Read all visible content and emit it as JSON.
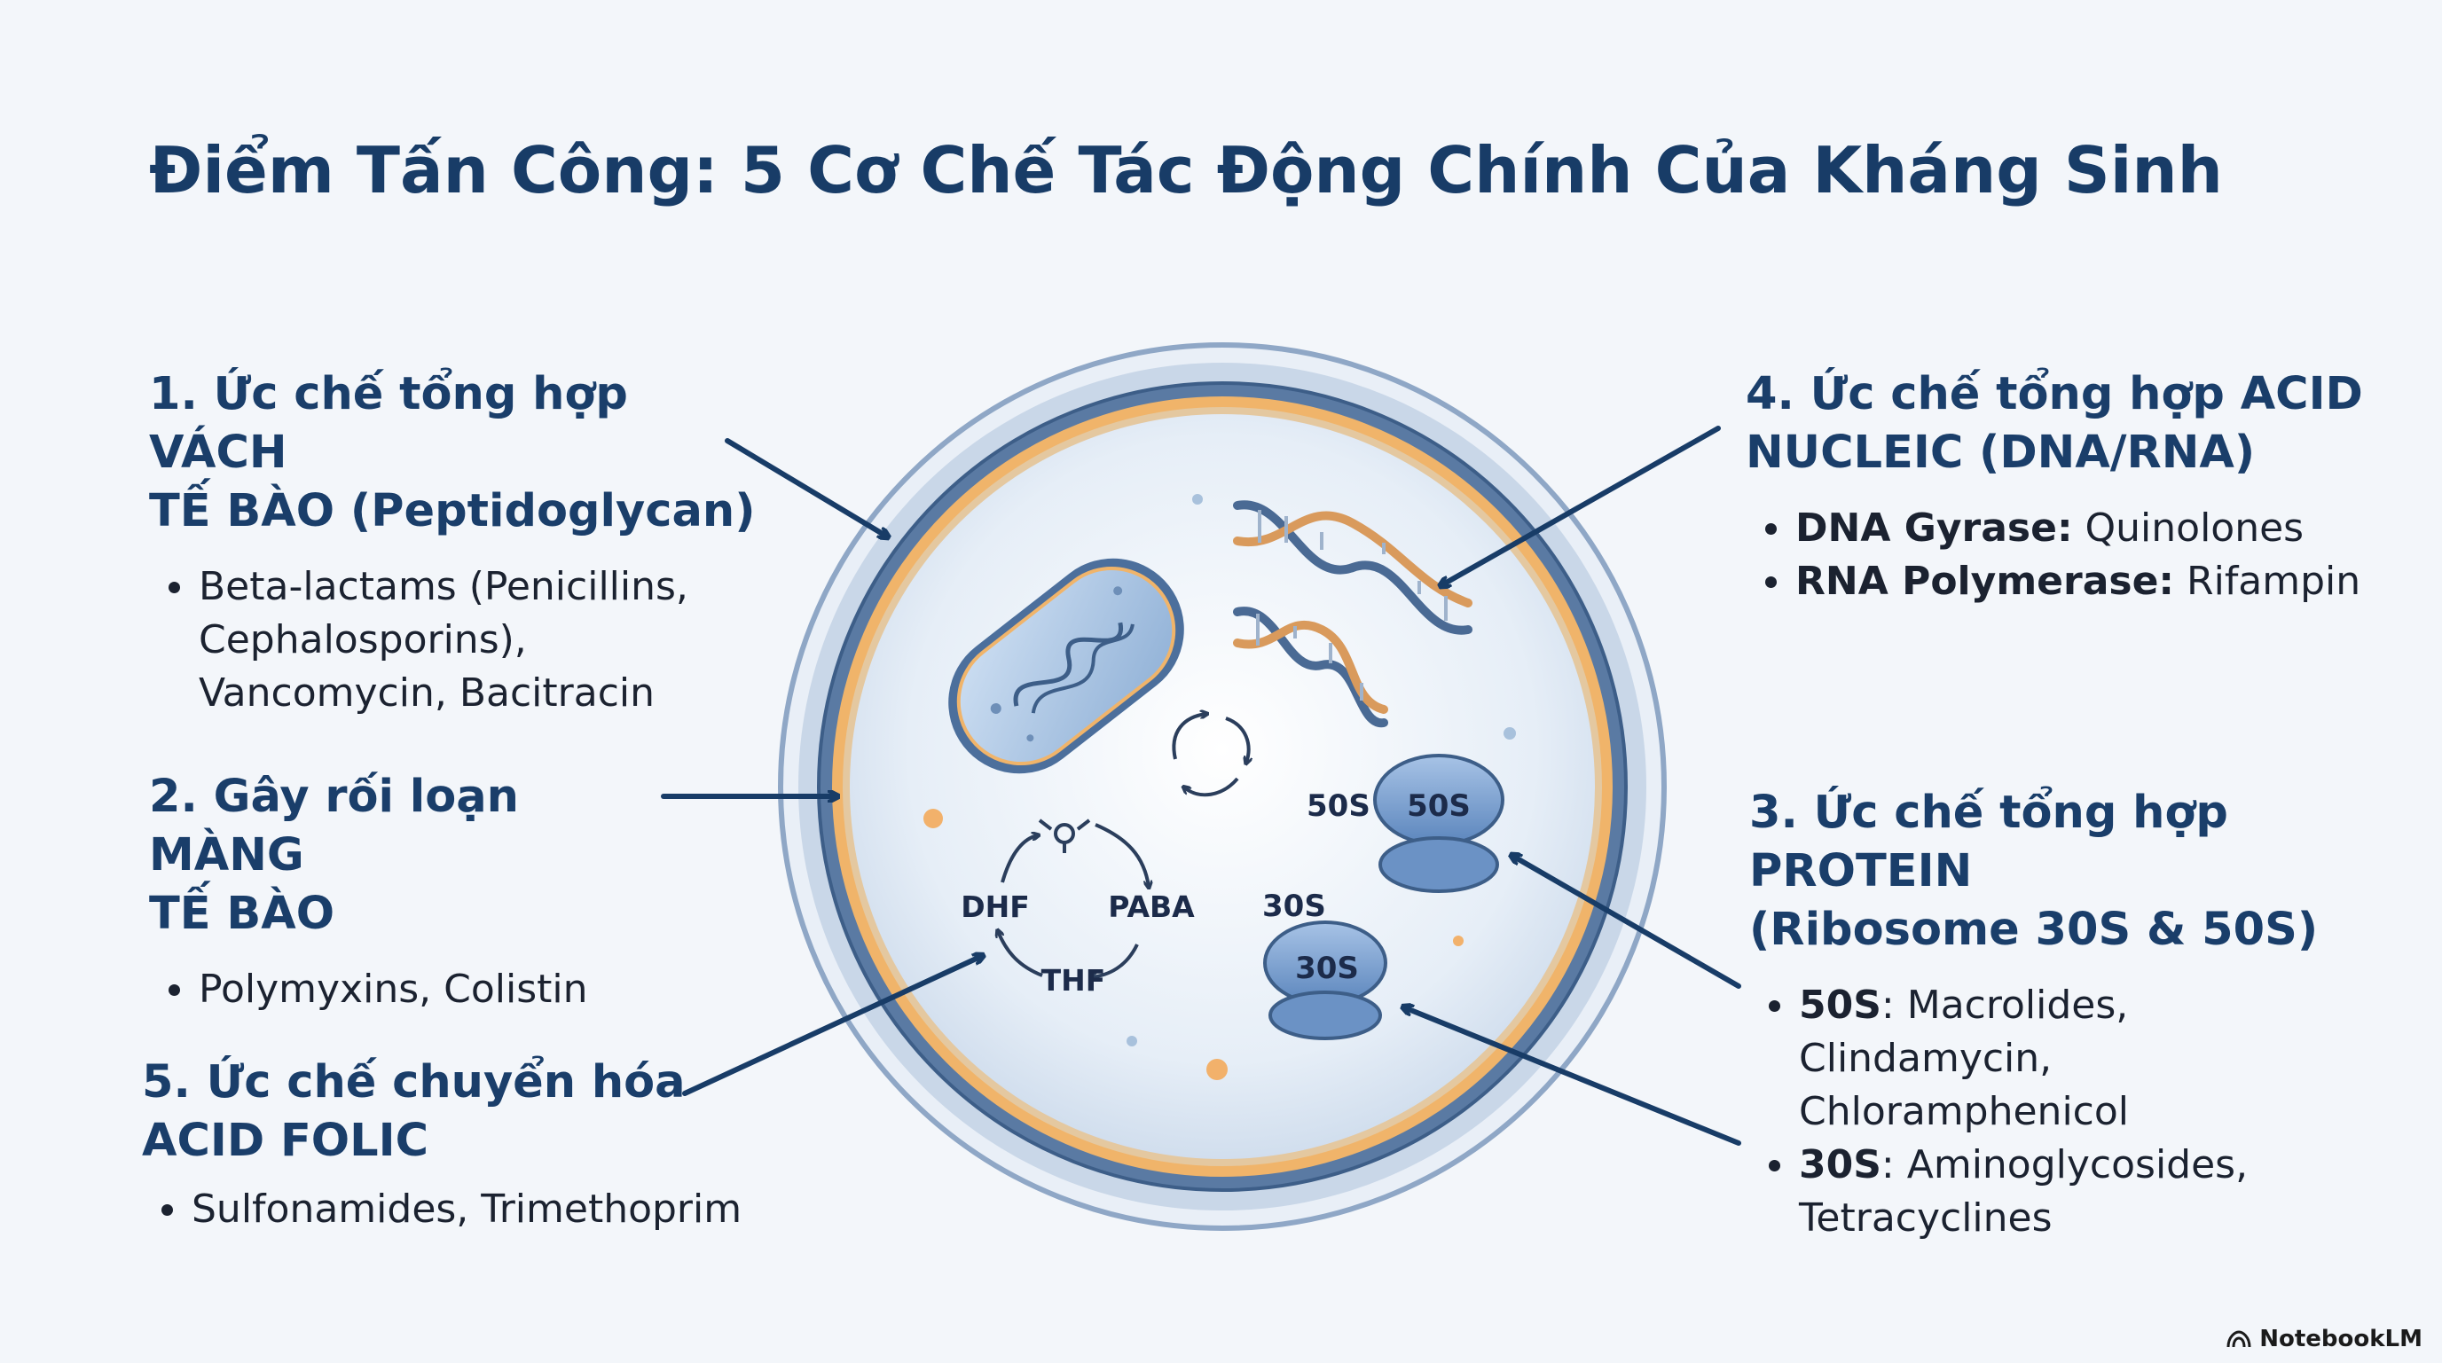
{
  "title": "Điểm Tấn Công: 5 Cơ Chế Tác Động Chính Của Kháng Sinh",
  "mechanisms": [
    {
      "heading_lines": [
        "1. Ức chế tổng hợp VÁCH",
        "TẾ BÀO (Peptidoglycan)"
      ],
      "items": [
        {
          "bold": "",
          "lines": [
            "Beta-lactams (Penicillins,",
            "Cephalosporins),",
            "Vancomycin, Bacitracin"
          ]
        }
      ]
    },
    {
      "heading_lines": [
        "2. Gây rối loạn MÀNG",
        "TẾ BÀO"
      ],
      "items": [
        {
          "bold": "",
          "lines": [
            "Polymyxins, Colistin"
          ]
        }
      ]
    },
    {
      "heading_lines": [
        "3. Ức chế tổng hợp",
        "PROTEIN",
        "(Ribosome 30S & 50S)"
      ],
      "items": [
        {
          "bold": "50S",
          "lines": [
            ": Macrolides,",
            "Clindamycin,",
            "Chloramphenicol"
          ]
        },
        {
          "bold": "30S",
          "lines": [
            ": Aminoglycosides,",
            "Tetracyclines"
          ]
        }
      ]
    },
    {
      "heading_lines": [
        "4. Ức chế tổng hợp ACID",
        "NUCLEIC (DNA/RNA)"
      ],
      "items": [
        {
          "bold": "DNA Gyrase:",
          "lines": [
            " Quinolones"
          ]
        },
        {
          "bold": "RNA Polymerase:",
          "lines": [
            " Rifampin"
          ]
        }
      ]
    },
    {
      "heading_lines": [
        "5. Ức chế chuyển hóa",
        "ACID FOLIC"
      ],
      "items": [
        {
          "bold": "",
          "lines": [
            "Sulfonamides, Trimethoprim"
          ]
        }
      ]
    }
  ],
  "cell_labels": {
    "ribosome_50s_outer": "50S",
    "ribosome_50s_inner": "50S",
    "ribosome_30s_outer": "30S",
    "ribosome_30s_inner": "30S",
    "folate_dhf": "DHF",
    "folate_paba": "PABA",
    "folate_thf": "THF"
  },
  "brand": "NotebookLM",
  "colors": {
    "title": "#183c67",
    "arrow": "#183c67",
    "cell_wall_orange": "#f0b46a",
    "cell_membrane_blue": "#4a6a94"
  }
}
